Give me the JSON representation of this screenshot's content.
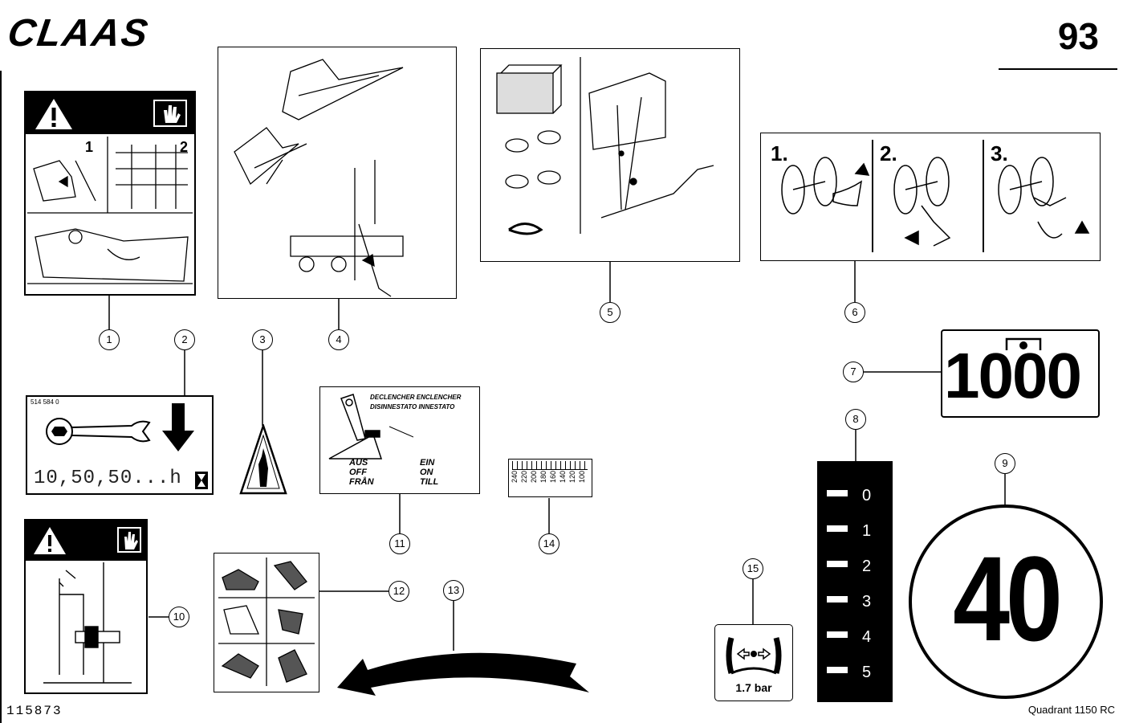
{
  "header": {
    "brand": "CLAAS",
    "page_number": "93"
  },
  "footer": {
    "doc_number": "115873",
    "model": "Quadrant 1150 RC"
  },
  "callouts": [
    "1",
    "2",
    "3",
    "4",
    "5",
    "6",
    "7",
    "8",
    "9",
    "10",
    "11",
    "12",
    "13",
    "14",
    "15"
  ],
  "decal_1": {
    "step_a": "1",
    "step_b": "2"
  },
  "decal_2": {
    "part_no": "514 584 0",
    "interval": "10,50,50...h"
  },
  "decal_6": {
    "step_1": "1.",
    "step_2": "2.",
    "step_3": "3."
  },
  "decal_7": {
    "speed": "1000"
  },
  "decal_8": {
    "levels": [
      "0",
      "1",
      "2",
      "3",
      "4",
      "5"
    ]
  },
  "decal_9": {
    "speed_limit": "40"
  },
  "decal_11": {
    "header_line1": "DECLENCHER  ENCLENCHER",
    "header_line2": "DISINNESTATO  INNESTATO",
    "left_1": "AUS",
    "left_2": "OFF",
    "left_3": "FRÅN",
    "right_1": "EIN",
    "right_2": "ON",
    "right_3": "TILL"
  },
  "decal_14": {
    "scale": [
      "240",
      "220",
      "200",
      "180",
      "160",
      "140",
      "120",
      "100"
    ]
  },
  "decal_15": {
    "pressure": "1.7 bar"
  }
}
